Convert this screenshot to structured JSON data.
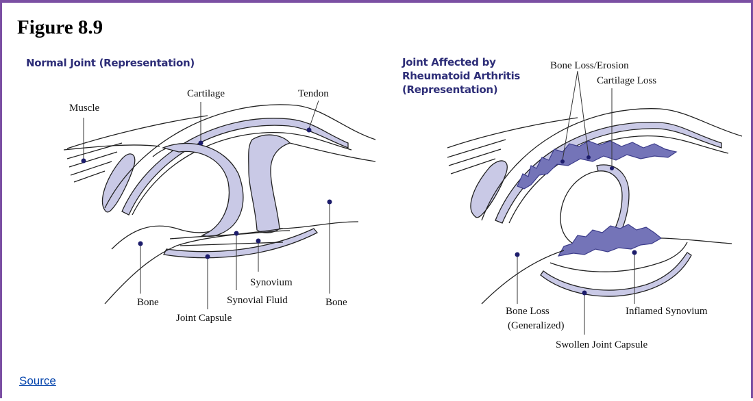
{
  "figure": {
    "title": "Figure 8.9",
    "source_label": "Source"
  },
  "normal_joint": {
    "title": "Normal Joint (Representation)",
    "labels": {
      "muscle": "Muscle",
      "cartilage": "Cartilage",
      "tendon": "Tendon",
      "bone_left": "Bone",
      "joint_capsule": "Joint Capsule",
      "synovial_fluid": "Synovial Fluid",
      "synovium": "Synovium",
      "bone_right": "Bone"
    }
  },
  "ra_joint": {
    "title_line1": "Joint Affected by",
    "title_line2": "Rheumatoid Arthritis",
    "title_line3": "(Representation)",
    "labels": {
      "bone_loss_erosion": "Bone Loss/Erosion",
      "cartilage_loss": "Cartilage Loss",
      "bone_loss_generalized_1": "Bone Loss",
      "bone_loss_generalized_2": "(Generalized)",
      "inflamed_synovium": "Inflamed Synovium",
      "swollen_joint_capsule": "Swollen Joint Capsule"
    }
  },
  "colors": {
    "frame": "#7b4fa3",
    "tissue_fill": "#c9c9e6",
    "inflamed_fill": "#7474b8",
    "marker": "#1c1c6b",
    "panel_title": "#2e2e78",
    "link": "#0645ad"
  }
}
